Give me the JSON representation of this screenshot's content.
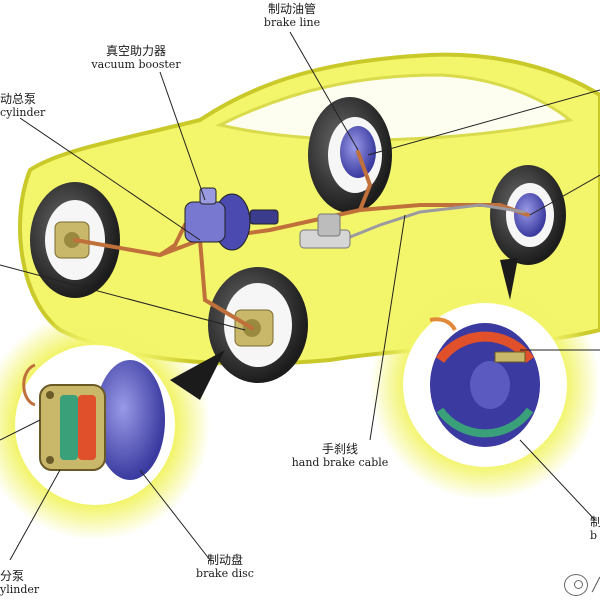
{
  "labels": {
    "brake_line": {
      "zh": "制动油管",
      "en": "brake line"
    },
    "vacuum_booster": {
      "zh": "真空助力器",
      "en": "vacuum booster"
    },
    "master_cylinder": {
      "zh": "动总泵",
      "en": "cylinder"
    },
    "hand_brake_cable": {
      "zh": "手刹线",
      "en": "hand brake cable"
    },
    "brake_disc": {
      "zh": "制动盘",
      "en": "brake disc"
    },
    "wheel_cylinder": {
      "zh": "分泵",
      "en": "ylinder"
    },
    "drum_part": {
      "zh": "制",
      "en": "b"
    }
  },
  "watermark": {
    "text": "╱"
  },
  "colors": {
    "car_body": "#f3f56a",
    "car_outline": "#c9c92a",
    "brake_pipe": "#c0703a",
    "tire": "#2b2b2b",
    "drum_blue": "#5a5ac0",
    "caliper": "#c9b86a",
    "pad_red": "#e0502a",
    "shoe_green": "#3aa07a"
  }
}
